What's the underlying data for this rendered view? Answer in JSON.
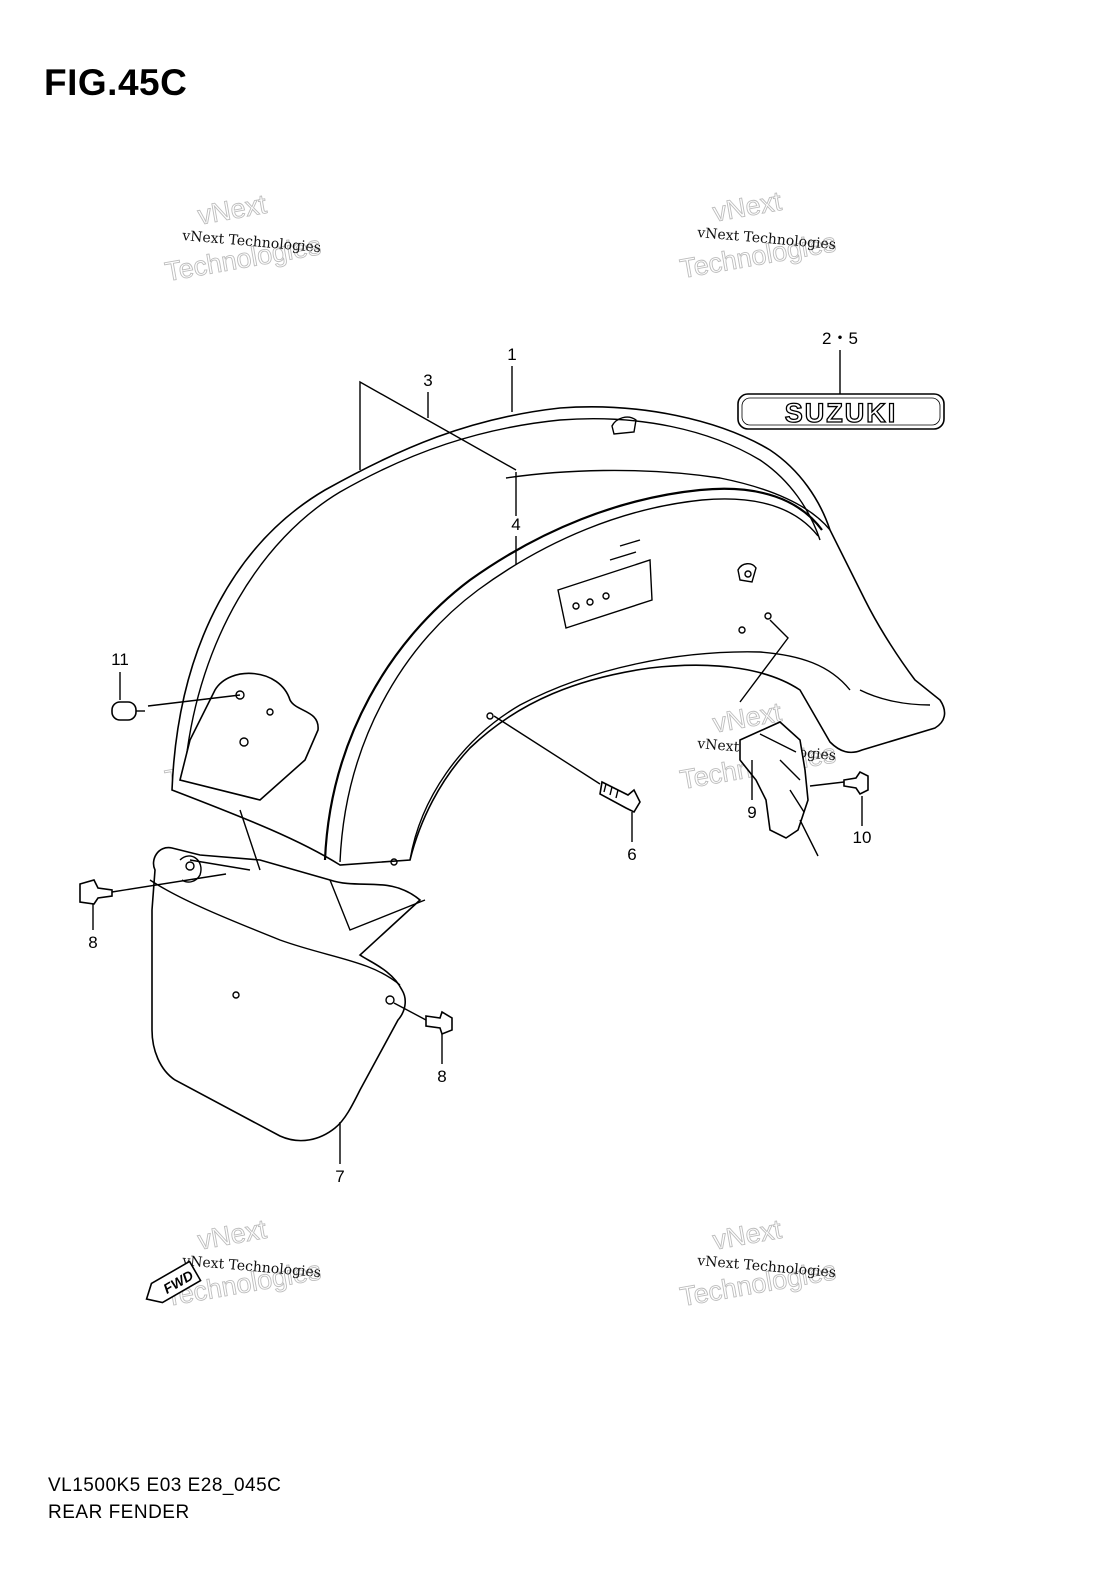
{
  "figure": {
    "title": "FIG.45C",
    "code": "VL1500K5 E03 E28_045C",
    "caption": "REAR FENDER"
  },
  "badge": {
    "text": "SUZUKI"
  },
  "fwd": {
    "text": "FWD"
  },
  "callouts": [
    {
      "id": "c1",
      "label": "1"
    },
    {
      "id": "c25",
      "label": "2・5"
    },
    {
      "id": "c3",
      "label": "3"
    },
    {
      "id": "c4",
      "label": "4"
    },
    {
      "id": "c6",
      "label": "6"
    },
    {
      "id": "c7",
      "label": "7"
    },
    {
      "id": "c8a",
      "label": "8"
    },
    {
      "id": "c8b",
      "label": "8"
    },
    {
      "id": "c9",
      "label": "9"
    },
    {
      "id": "c10",
      "label": "10"
    },
    {
      "id": "c11",
      "label": "11"
    }
  ],
  "watermark": {
    "line1": "vNext Technologies",
    "line2a": "vNext",
    "line2b": "Technologies"
  }
}
